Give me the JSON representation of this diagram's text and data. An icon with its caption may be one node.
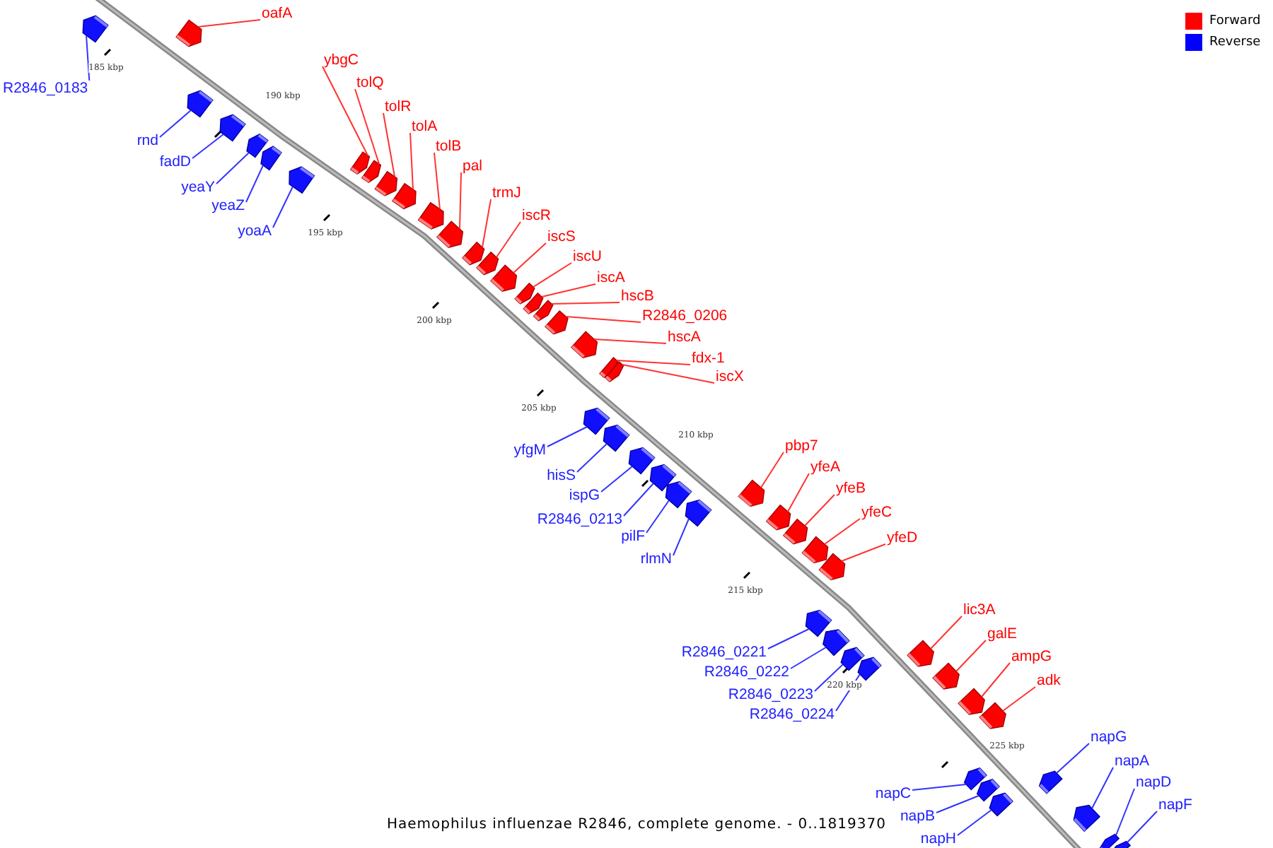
{
  "diagram": {
    "caption": "Haemophilus influenzae R2846, complete genome. - 0..1819370",
    "nodes": [
      {
        "text": [
          "R2846_0183"
        ]
      },
      {
        "text": [
          "oafA"
        ]
      },
      {
        "text": [
          "rnd"
        ]
      },
      {
        "text": [
          "fadD"
        ]
      },
      {
        "text": [
          "yeaY"
        ]
      },
      {
        "text": [
          "yeaZ"
        ]
      },
      {
        "text": [
          "yoaA"
        ]
      },
      {
        "text": [
          "ybgC"
        ]
      },
      {
        "text": [
          "tolQ"
        ]
      },
      {
        "text": [
          "tolR"
        ]
      },
      {
        "text": [
          "tolA"
        ]
      },
      {
        "text": [
          "tolB"
        ]
      },
      {
        "text": [
          "pal"
        ]
      },
      {
        "text": [
          "trmJ"
        ]
      },
      {
        "text": [
          "iscR"
        ]
      },
      {
        "text": [
          "iscS"
        ]
      },
      {
        "text": [
          "iscU"
        ]
      },
      {
        "text": [
          "iscA"
        ]
      },
      {
        "text": [
          "hscB"
        ]
      },
      {
        "text": [
          "R2846_0206"
        ]
      },
      {
        "text": [
          "hscA"
        ]
      },
      {
        "text": [
          "fdx-1"
        ]
      },
      {
        "text": [
          "iscX"
        ]
      },
      {
        "text": [
          "yfgM"
        ]
      },
      {
        "text": [
          "hisS"
        ]
      },
      {
        "text": [
          "ispG"
        ]
      },
      {
        "text": [
          "R2846_0213"
        ]
      },
      {
        "text": [
          "pilF"
        ]
      },
      {
        "text": [
          "rlmN"
        ]
      },
      {
        "text": [
          "pbp7"
        ]
      },
      {
        "text": [
          "yfeA"
        ]
      },
      {
        "text": [
          "yfeB"
        ]
      },
      {
        "text": [
          "yfeC"
        ]
      },
      {
        "text": [
          "yfeD"
        ]
      },
      {
        "text": [
          "R2846_0221"
        ]
      },
      {
        "text": [
          "R2846_0222"
        ]
      },
      {
        "text": [
          "R2846_0223"
        ]
      },
      {
        "text": [
          "R2846_0224"
        ]
      },
      {
        "text": [
          "lic3A"
        ]
      },
      {
        "text": [
          "galE"
        ]
      },
      {
        "text": [
          "ampG"
        ]
      },
      {
        "text": [
          "adk"
        ]
      },
      {
        "text": [
          "napC"
        ]
      },
      {
        "text": [
          "napB"
        ]
      },
      {
        "text": [
          "napH"
        ]
      },
      {
        "text": [
          "napG"
        ]
      },
      {
        "text": [
          "napA"
        ]
      },
      {
        "text": [
          "napD"
        ]
      },
      {
        "text": [
          "napF"
        ]
      },
      {
        "text": [],
        "shape": "bar"
      },
      {
        "text": [],
        "shape": "bar"
      },
      {
        "text": [],
        "shape": "bar"
      },
      {
        "text": [],
        "shape": "bar"
      },
      {
        "text": [],
        "shape": "bar"
      },
      {
        "text": [],
        "shape": "bar"
      },
      {
        "text": [],
        "shape": "bar"
      },
      {
        "text": [],
        "shape": "bar"
      },
      {
        "text": [],
        "shape": "bar"
      },
      {
        "text": [],
        "shape": "bar"
      },
      {
        "text": [],
        "shape": "bar"
      },
      {
        "text": [],
        "shape": "bar"
      },
      {
        "text": [],
        "shape": "bar"
      },
      {
        "text": [],
        "shape": "bar"
      },
      {
        "text": [],
        "shape": "bar"
      },
      {
        "text": [],
        "shape": "bar"
      },
      {
        "text": [],
        "shape": "bar"
      },
      {
        "text": [],
        "shape": "bar"
      },
      {
        "text": [],
        "shape": "bar"
      },
      {
        "text": [],
        "shape": "bar"
      },
      {
        "text": [],
        "shape": "bar"
      },
      {
        "text": [],
        "shape": "bar"
      },
      {
        "text": [],
        "shape": "bar"
      },
      {
        "text": [],
        "shape": "bar"
      },
      {
        "text": [],
        "shape": "bar"
      },
      {
        "text": [],
        "shape": "bar"
      },
      {
        "text": [],
        "shape": "bar"
      },
      {
        "text": [],
        "shape": "bar"
      },
      {
        "text": [],
        "shape": "bar"
      },
      {
        "text": [],
        "shape": "bar"
      },
      {
        "text": [],
        "shape": "bar"
      },
      {
        "text": [],
        "shape": "bar"
      },
      {
        "text": [],
        "shape": "bar"
      },
      {
        "text": [],
        "shape": "bar"
      },
      {
        "text": [],
        "shape": "bar"
      },
      {
        "text": [],
        "shape": "bar"
      },
      {
        "text": [],
        "shape": "bar"
      },
      {
        "text": [],
        "shape": "bar"
      },
      {
        "text": [],
        "shape": "bar"
      },
      {
        "text": [],
        "shape": "bar"
      },
      {
        "text": [],
        "shape": "bar"
      },
      {
        "text": [],
        "shape": "bar"
      },
      {
        "text": [],
        "shape": "bar"
      },
      {
        "text": [],
        "shape": "bar"
      },
      {
        "text": [],
        "shape": "bar"
      },
      {
        "text": [],
        "shape": "bar"
      },
      {
        "text": [],
        "shape": "bar"
      },
      {
        "text": [],
        "shape": "bar"
      },
      {
        "text": [],
        "shape": "bar"
      }
    ],
    "edges": [
      {
        "from": 0,
        "to": 49,
        "arrow": "none",
        "color": "#3333ff"
      },
      {
        "from": 1,
        "to": 50,
        "arrow": "none"
      },
      {
        "from": 2,
        "to": 51,
        "arrow": "none",
        "color": "#3333ff"
      },
      {
        "from": 3,
        "to": 52,
        "arrow": "none",
        "color": "#3333ff"
      },
      {
        "from": 4,
        "to": 53,
        "arrow": "none",
        "color": "#3333ff"
      },
      {
        "from": 5,
        "to": 54,
        "arrow": "none",
        "color": "#3333ff"
      },
      {
        "from": 6,
        "to": 55,
        "arrow": "none",
        "color": "#3333ff"
      },
      {
        "from": 7,
        "to": 56,
        "arrow": "none"
      },
      {
        "from": 8,
        "to": 57,
        "arrow": "none"
      },
      {
        "from": 9,
        "to": 58,
        "arrow": "none"
      },
      {
        "from": 10,
        "to": 59,
        "arrow": "none"
      },
      {
        "from": 11,
        "to": 60,
        "arrow": "none"
      },
      {
        "from": 12,
        "to": 61,
        "arrow": "none"
      },
      {
        "from": 13,
        "to": 62,
        "arrow": "none"
      },
      {
        "from": 14,
        "to": 63,
        "arrow": "none"
      },
      {
        "from": 15,
        "to": 64,
        "arrow": "none"
      },
      {
        "from": 16,
        "to": 65,
        "arrow": "none"
      },
      {
        "from": 17,
        "to": 66,
        "arrow": "none"
      },
      {
        "from": 18,
        "to": 67,
        "arrow": "none"
      },
      {
        "from": 19,
        "to": 68,
        "arrow": "none"
      },
      {
        "from": 20,
        "to": 69,
        "arrow": "none"
      },
      {
        "from": 21,
        "to": 70,
        "arrow": "none"
      },
      {
        "from": 22,
        "to": 71,
        "arrow": "none"
      },
      {
        "from": 23,
        "to": 72,
        "arrow": "none",
        "color": "#3333ff"
      },
      {
        "from": 24,
        "to": 73,
        "arrow": "none",
        "color": "#3333ff"
      },
      {
        "from": 25,
        "to": 74,
        "arrow": "none",
        "color": "#3333ff"
      },
      {
        "from": 26,
        "to": 75,
        "arrow": "none",
        "color": "#3333ff"
      },
      {
        "from": 27,
        "to": 76,
        "arrow": "none",
        "color": "#3333ff"
      },
      {
        "from": 28,
        "to": 77,
        "arrow": "none",
        "color": "#3333ff"
      },
      {
        "from": 29,
        "to": 78,
        "arrow": "none"
      },
      {
        "from": 30,
        "to": 79,
        "arrow": "none"
      },
      {
        "from": 31,
        "to": 80,
        "arrow": "none"
      },
      {
        "from": 32,
        "to": 81,
        "arrow": "none"
      },
      {
        "from": 33,
        "to": 82,
        "arrow": "none"
      },
      {
        "from": 34,
        "to": 83,
        "arrow": "none",
        "color": "#3333ff"
      },
      {
        "from": 35,
        "to": 84,
        "arrow": "none",
        "color": "#3333ff"
      },
      {
        "from": 36,
        "to": 85,
        "arrow": "none",
        "color": "#3333ff"
      },
      {
        "from": 37,
        "to": 86,
        "arrow": "none",
        "color": "#3333ff"
      },
      {
        "from": 38,
        "to": 87,
        "arrow": "none"
      },
      {
        "from": 39,
        "to": 88,
        "arrow": "none"
      },
      {
        "from": 40,
        "to": 89,
        "arrow": "none"
      },
      {
        "from": 41,
        "to": 90,
        "arrow": "none"
      },
      {
        "from": 42,
        "to": 91,
        "arrow": "none",
        "color": "#3333ff"
      },
      {
        "from": 43,
        "to": 92,
        "arrow": "none",
        "color": "#3333ff"
      },
      {
        "from": 44,
        "to": 93,
        "arrow": "none",
        "color": "#3333ff"
      },
      {
        "from": 45,
        "to": 94,
        "arrow": "none",
        "color": "#3333ff"
      },
      {
        "from": 46,
        "to": 95,
        "arrow": "none",
        "color": "#3333ff"
      },
      {
        "from": 47,
        "to": 96,
        "arrow": "none",
        "color": "#3333ff"
      },
      {
        "from": 48,
        "to": 97,
        "arrow": "none",
        "color": "#3333ff"
      }
    ],
    "labels": [
      "185 kbp",
      "190 kbp",
      "195 kbp",
      "200 kbp",
      "205 kbp",
      "210 kbp",
      "215 kbp",
      "220 kbp",
      "225 kbp"
    ],
    "legend": [
      {
        "text": "Forward",
        "color": "#ff0000"
      },
      {
        "text": "Reverse",
        "color": "#0000ff"
      }
    ]
  }
}
